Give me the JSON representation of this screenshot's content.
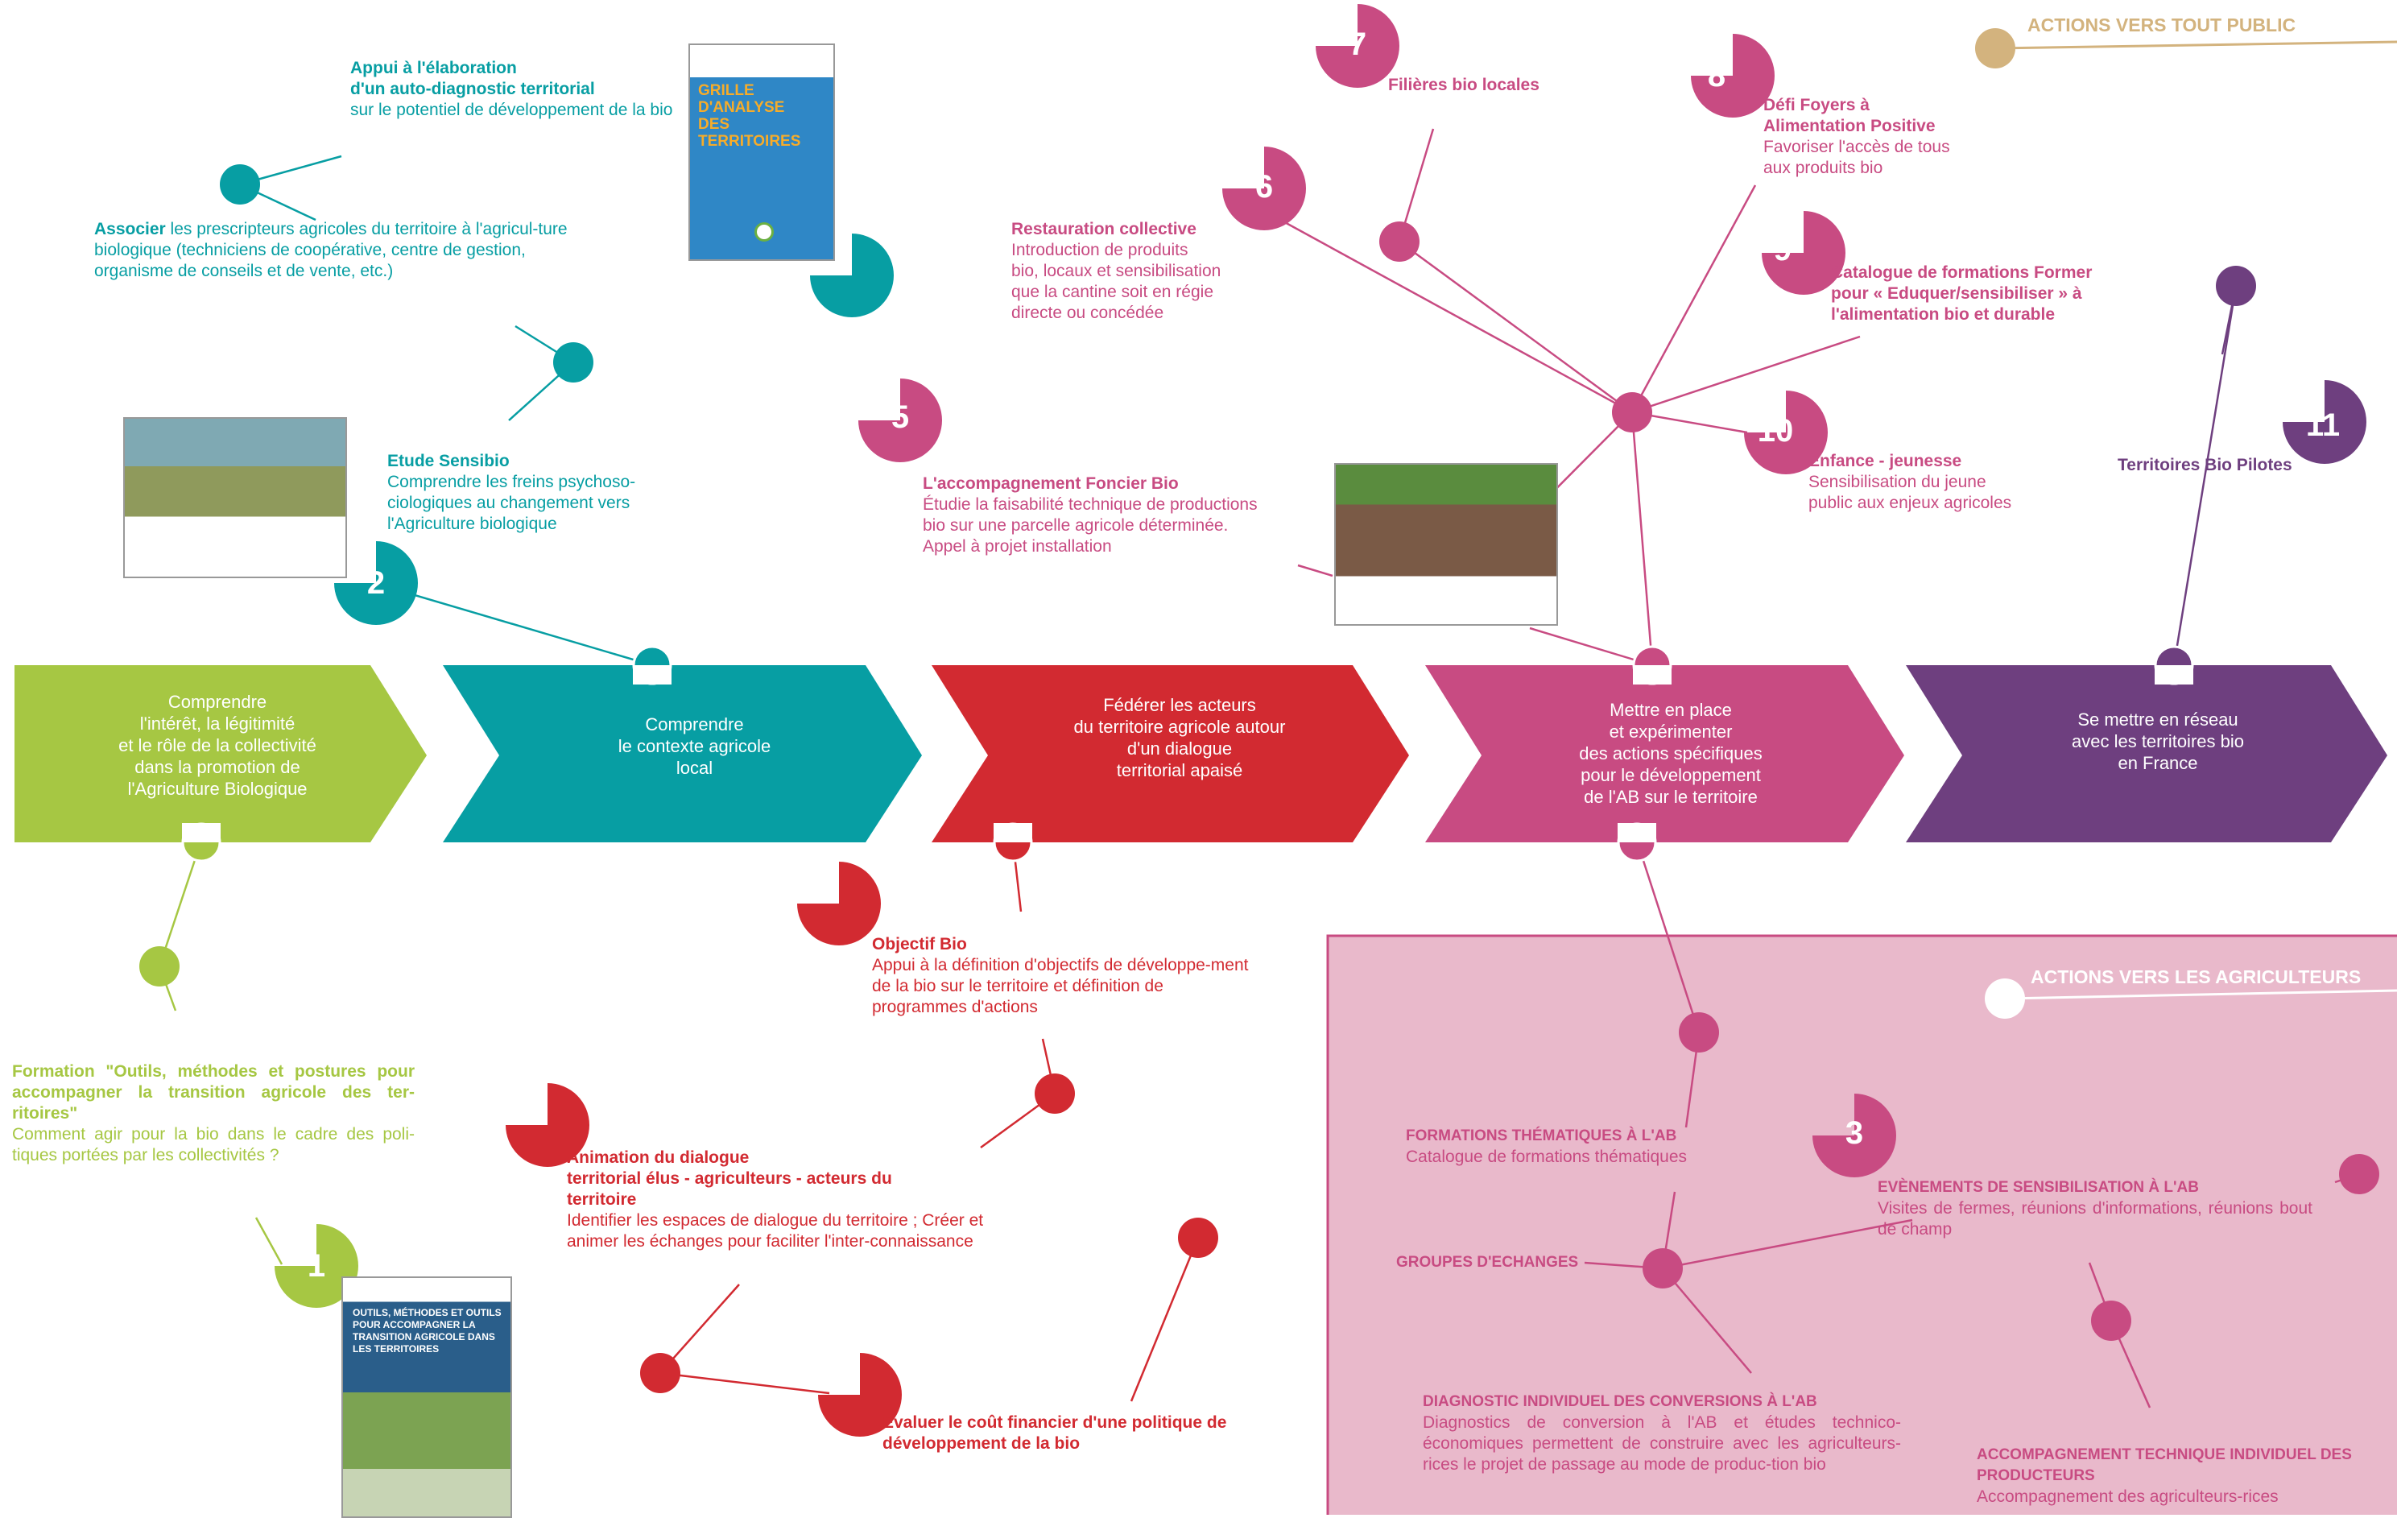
{
  "headers": {
    "public": "ACTIONS VERS TOUT PUBLIC",
    "farmers": "ACTIONS VERS LES AGRICULTEURS"
  },
  "colors": {
    "green": "#a6c743",
    "teal": "#079ea3",
    "red": "#d22a31",
    "pink": "#c84b82",
    "purple": "#6e3f7f",
    "tan": "#d3b37e",
    "farmers_panel": "#e9b9cb"
  },
  "stages": [
    {
      "label": "Comprendre\nl'intérêt, la légitimité\net le rôle de la collectivité\ndans la promotion de\nl'Agriculture  Biologique"
    },
    {
      "label": "Comprendre\nle contexte agricole\nlocal"
    },
    {
      "label": "Fédérer  les acteurs\ndu territoire agricole autour\nd'un dialogue\nterritorial apaisé"
    },
    {
      "label": "Mettre en place\net expérimenter\ndes actions spécifiques\npour le développement\nde l'AB  sur le territoire"
    },
    {
      "label": "Se mettre en réseau\navec les territoires bio\nen France"
    }
  ],
  "numbers": [
    "1",
    "2",
    "3",
    "5",
    "6",
    "7",
    "8",
    "9",
    "10",
    "11"
  ],
  "items": {
    "appui": {
      "title": "Appui à l'élaboration\nd'un auto-diagnostic territorial",
      "text": "sur le potentiel de développement de la bio"
    },
    "associer": {
      "title": "Associer",
      "text": " les prescripteurs agricoles du territoire à l'agricul-ture biologique (techniciens de coopérative, centre de gestion, organisme de conseils et de vente, etc.)"
    },
    "sensibio": {
      "title": "Etude Sensibio",
      "text": "Comprendre les freins psychoso-ciologiques au changement vers l'Agriculture biologique"
    },
    "formation": {
      "title": "Formation \"Outils, méthodes et postures pour accompagner la transition agricole des ter-ritoires\"",
      "text": "Comment agir pour la bio dans le cadre des poli-tiques portées par les collectivités ?"
    },
    "objectif": {
      "title": "Objectif Bio",
      "text": "Appui à la définition d'objectifs de développe-ment de la bio sur le territoire et définition de programmes d'actions"
    },
    "animation": {
      "title": "Animation du dialogue\nterritorial élus - agriculteurs - acteurs du\nterritoire",
      "text": "Identifier les espaces de dialogue du territoire ; Créer et animer les échanges pour faciliter l'inter-connaissance"
    },
    "evaluer": {
      "title": "Evaluer le coût financier d'une politique de développement de la bio",
      "text": ""
    },
    "restauration": {
      "title": "Restauration collective",
      "text": "Introduction de produits\nbio, locaux et sensibilisation\nque la cantine soit en régie\ndirecte ou concédée"
    },
    "filieres": {
      "title": "Filières bio locales",
      "text": ""
    },
    "defi": {
      "title": "Défi Foyers à\nAlimentation Positive",
      "text": "Favoriser l'accès de tous\naux produits bio"
    },
    "catalogue": {
      "title": "Catalogue de formations Former\npour « Eduquer/sensibiliser » à\nl'alimentation bio et durable",
      "text": ""
    },
    "foncier": {
      "title": "L'accompagnement Foncier Bio",
      "text": "Étudie la faisabilité technique de productions\nbio sur une parcelle agricole déterminée.\nAppel à projet installation"
    },
    "enfance": {
      "title": "Enfance - jeunesse",
      "text": "Sensibilisation du jeune\npublic aux enjeux agricoles"
    },
    "pilotes": {
      "title": "Territoires Bio Pilotes",
      "text": ""
    },
    "form_them": {
      "title": "FORMATIONS THÉMATIQUES À L'AB",
      "text": "Catalogue de formations thématiques"
    },
    "groupes": {
      "title": "GROUPES D'ECHANGES",
      "text": ""
    },
    "evenements": {
      "title": "EVÈNEMENTS DE SENSIBILISATION À L'AB",
      "text": "Visites de fermes, réunions d'informations, réunions bout de champ"
    },
    "diagnostic": {
      "title": "DIAGNOSTIC INDIVIDUEL DES CONVERSIONS À L'AB",
      "text": "Diagnostics de conversion à l'AB et études technico-économiques permettent de construire avec les agriculteurs-rices le projet de passage au mode de produc-tion bio"
    },
    "accomp": {
      "title": "ACCOMPAGNEMENT TECHNIQUE INDIVIDUEL DES PRODUCTEURS",
      "text": "Accompagnement des agriculteurs-rices"
    }
  },
  "books": {
    "grille": {
      "title": "GRILLE D'ANALYSE DES TERRITOIRES"
    },
    "transition": {
      "title": "OUTILS, MÉTHODES ET OUTILS POUR ACCOMPAGNER LA TRANSITION AGRICOLE DANS LES TERRITOIRES"
    }
  }
}
